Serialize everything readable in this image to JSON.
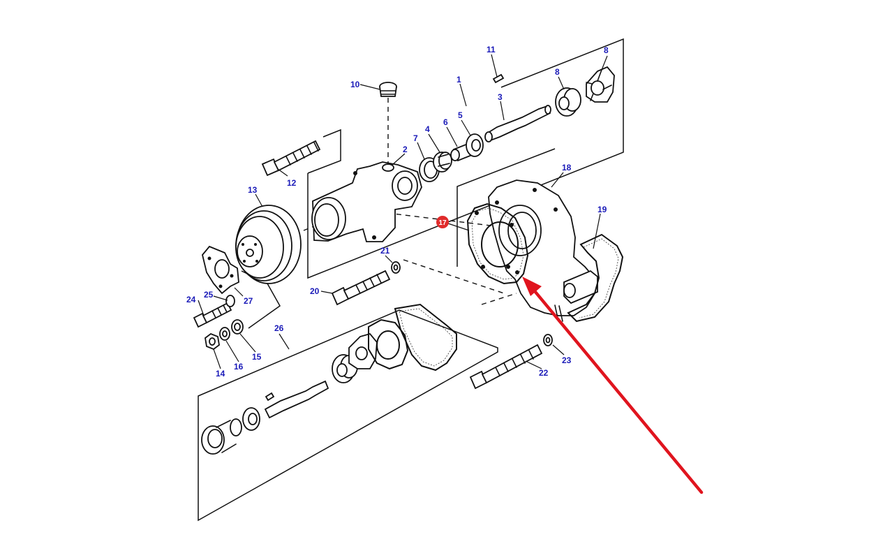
{
  "diagram": {
    "callouts": {
      "c1": "1",
      "c2": "2",
      "c3": "3",
      "c4": "4",
      "c5": "5",
      "c6": "6",
      "c7": "7",
      "c8a": "8",
      "c8b": "8",
      "c10": "10",
      "c11": "11",
      "c12": "12",
      "c13": "13",
      "c14": "14",
      "c15": "15",
      "c16": "16",
      "c17": "17",
      "c18": "18",
      "c19": "19",
      "c20": "20",
      "c21": "21",
      "c22": "22",
      "c23": "23",
      "c24": "24",
      "c25": "25",
      "c26": "26",
      "c27": "27"
    },
    "highlighted_part": "17",
    "colors": {
      "callout_text": "#1a1ab8",
      "highlight_badge": "#e02b2b",
      "pointer_arrow": "#e0141e",
      "line_art": "#111111"
    }
  }
}
